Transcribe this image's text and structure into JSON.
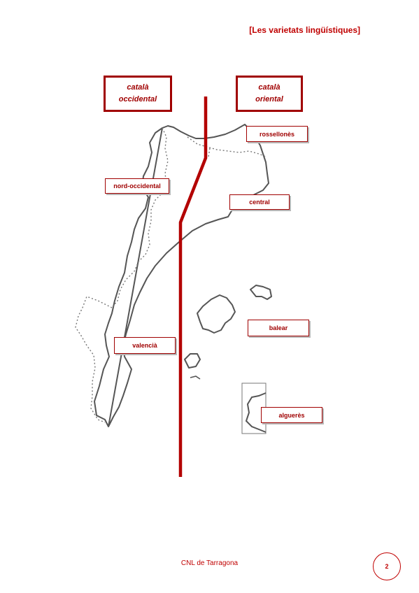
{
  "header": {
    "title": "[Les varietats lingüístiques]"
  },
  "dialect_blocks": {
    "western": {
      "line1": "català",
      "line2": "occidental"
    },
    "eastern": {
      "line1": "català",
      "line2": "oriental"
    }
  },
  "regions": {
    "rossellones": "rossellonès",
    "nord_occidental": "nord-occidental",
    "central": "central",
    "balear": "balear",
    "valencia": "valencià",
    "algueres": "alguerès"
  },
  "colors": {
    "accent": "#a00000",
    "coast": "#555555",
    "header": "#c00000"
  },
  "footer": {
    "text": "CNL de Tarragona",
    "page_number": "2"
  }
}
